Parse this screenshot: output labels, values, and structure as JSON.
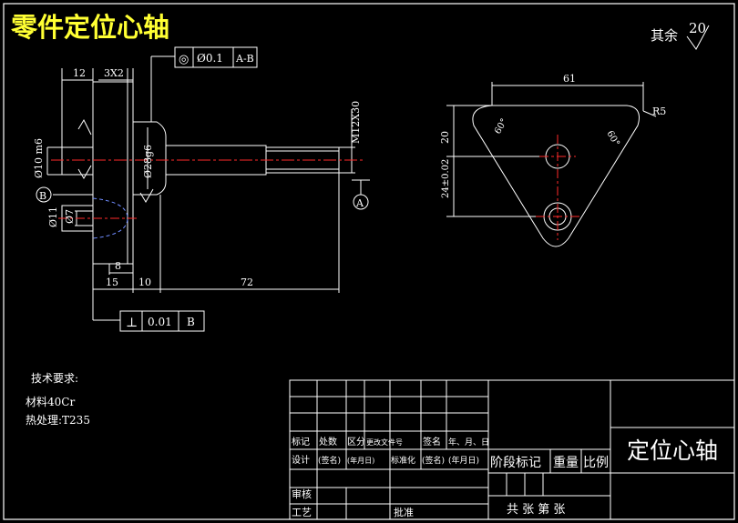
{
  "title": "零件定位心轴",
  "remainder": {
    "label": "其余",
    "value": "20"
  },
  "tolerance_frames": {
    "concentricity": {
      "symbol": "◎",
      "value": "Ø0.1",
      "datum": "A-B"
    },
    "perpendicularity": {
      "symbol": "⊥",
      "value": "0.01",
      "datum": "B"
    }
  },
  "dimensions": {
    "d12": "12",
    "d3x2": "3X2",
    "d_phi10": "Ø10 m6",
    "d_phi28": "Ø28g6",
    "d_m12": "M12X30",
    "d_phi11": "Ø11",
    "d_phi7": "Ø7",
    "d8": "8",
    "d15": "15",
    "d10": "10",
    "d72": "72",
    "d61": "61",
    "d20": "20",
    "d24": "24±0.02",
    "r5": "R5",
    "a60_left": "60°",
    "a60_right": "60°"
  },
  "datums": {
    "a": "A",
    "b": "B"
  },
  "notes": {
    "heading": "技术要求:",
    "material": "材料40Cr",
    "heat": "热处理:T235"
  },
  "title_block": {
    "part_name": "定位心轴",
    "row1": [
      "标记",
      "处数",
      "区分",
      "更改文件号",
      "签名",
      "年、月、日"
    ],
    "row2": [
      "设计",
      "(签名)",
      "(年月日)",
      "标准化",
      "(签名)",
      "(年月日)"
    ],
    "stage_labels": [
      "阶段标记",
      "重量",
      "比例"
    ],
    "review": "审核",
    "process": "工艺",
    "approve": "批准",
    "sheets": "共  张  第  张"
  },
  "colors": {
    "background": "#000000",
    "line": "#ffffff",
    "title": "#ffff33",
    "centerline": "#ff2a2a",
    "hidden": "#6f8cff"
  }
}
